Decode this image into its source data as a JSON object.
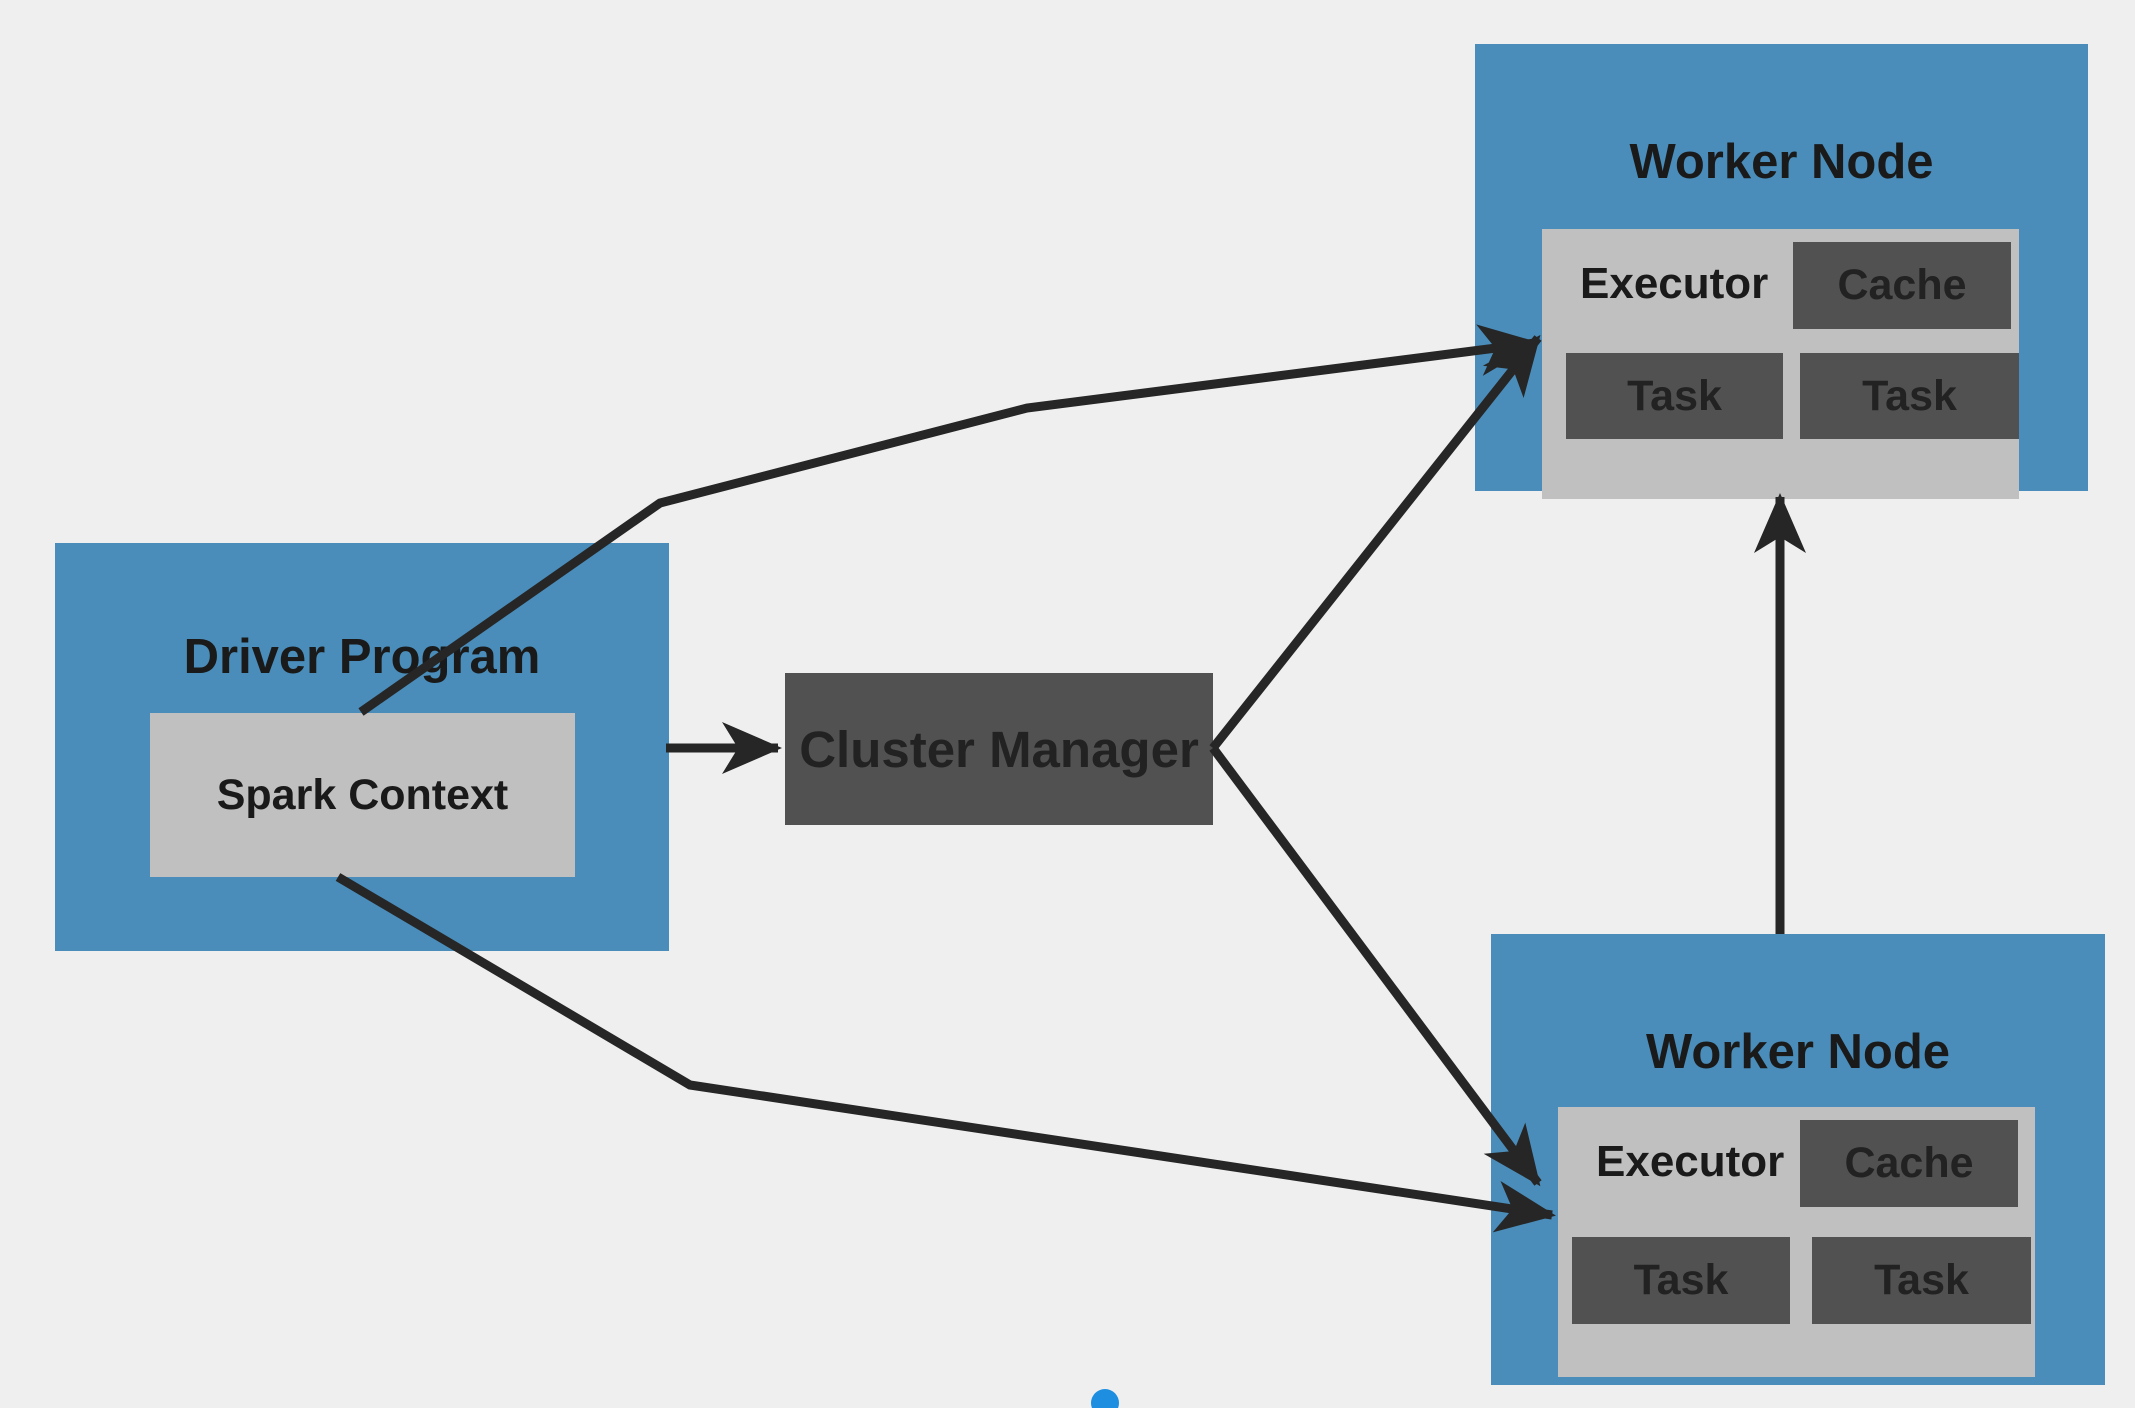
{
  "driver": {
    "title": "Driver Program",
    "context_label": "Spark Context"
  },
  "cluster_manager": {
    "label": "Cluster Manager"
  },
  "workers": [
    {
      "title": "Worker Node",
      "executor_label": "Executor",
      "cache_label": "Cache",
      "tasks": [
        "Task",
        "Task"
      ]
    },
    {
      "title": "Worker Node",
      "executor_label": "Executor",
      "cache_label": "Cache",
      "tasks": [
        "Task",
        "Task"
      ]
    }
  ],
  "colors": {
    "background": "#efefef",
    "node_blue": "#4a8dba",
    "panel_gray": "#c0c0c0",
    "block_dark": "#515151",
    "arrow": "#262626",
    "dot_blue": "#1e8fe0"
  }
}
